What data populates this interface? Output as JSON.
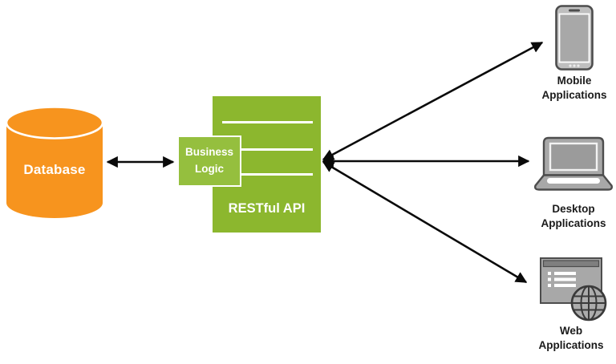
{
  "diagram": {
    "title": "RESTful API architecture diagram",
    "nodes": {
      "database": {
        "label": "Database"
      },
      "business_logic": {
        "label": "Business Logic"
      },
      "restful_api": {
        "label": "RESTful API"
      }
    },
    "endpoints": [
      {
        "id": "mobile",
        "icon": "smartphone-icon",
        "label": "Mobile Applications"
      },
      {
        "id": "desktop",
        "icon": "laptop-icon",
        "label": "Desktop Applications"
      },
      {
        "id": "web",
        "icon": "browser-globe-icon",
        "label": "Web Applications"
      }
    ],
    "connections": [
      {
        "from": "database",
        "to": "business_logic",
        "bidirectional": true
      },
      {
        "from": "restful_api",
        "to": "mobile",
        "bidirectional": true
      },
      {
        "from": "restful_api",
        "to": "desktop",
        "bidirectional": true
      },
      {
        "from": "restful_api",
        "to": "web",
        "bidirectional": true
      }
    ],
    "colors": {
      "database_fill": "#F7941E",
      "restful_api_fill": "#8CB72E",
      "business_logic_fill": "#95BF3E",
      "business_logic_border": "#FFFFFF",
      "arrow": "#0A0A0A",
      "icon_gray": "#A8A8A8",
      "icon_light_gray": "#BFBFBF",
      "icon_title_bar_gray": "#7F7F7F",
      "icon_stroke": "#4D4D4D",
      "box_text": "#FFFFFF",
      "label_text": "#1A1A1A"
    }
  }
}
